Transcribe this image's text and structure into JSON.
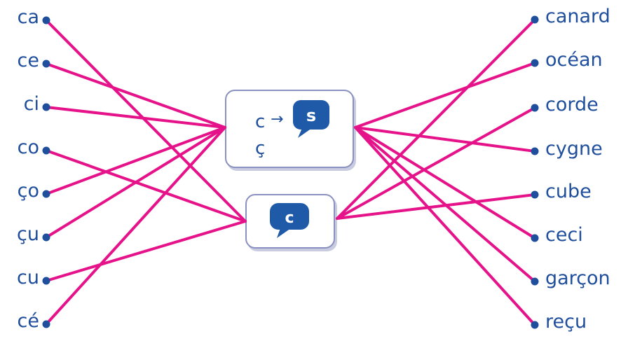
{
  "left_words": [
    "ca",
    "ce",
    "ci",
    "co",
    "ço",
    "çu",
    "cu",
    "cé"
  ],
  "right_words": [
    "canard",
    "océan",
    "corde",
    "cygne",
    "cube",
    "ceci",
    "garçon",
    "reçu"
  ],
  "box_s": {
    "rule_from": "c",
    "arrow": "→",
    "rule_to": "s",
    "second": "ç"
  },
  "box_k": {
    "sound": "c"
  },
  "left_links": [
    "k",
    "s",
    "s",
    "k",
    "s",
    "s",
    "k",
    "s"
  ],
  "right_links": [
    "k",
    "s",
    "k",
    "s",
    "k",
    "s",
    "s",
    "s"
  ],
  "colors": {
    "line": "#e5128a",
    "text": "#1f4e9c",
    "bubble": "#1e5aa8",
    "border": "#8a90bf"
  }
}
